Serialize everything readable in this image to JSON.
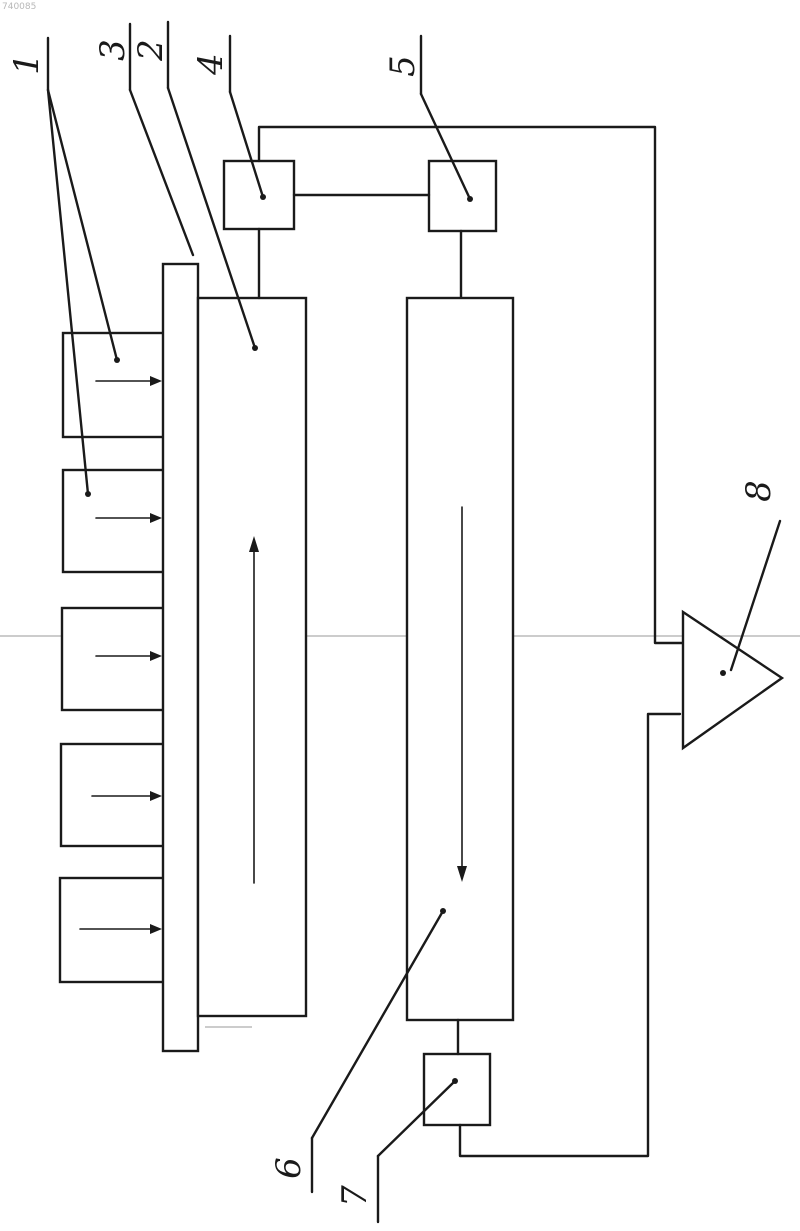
{
  "corner_code": "740085",
  "labels": {
    "l1": "1",
    "l2": "2",
    "l3": "3",
    "l4": "4",
    "l5": "5",
    "l6": "6",
    "l7": "7",
    "l8": "8"
  },
  "stroke_color": "#1a1a1a",
  "background_color": "#ffffff"
}
